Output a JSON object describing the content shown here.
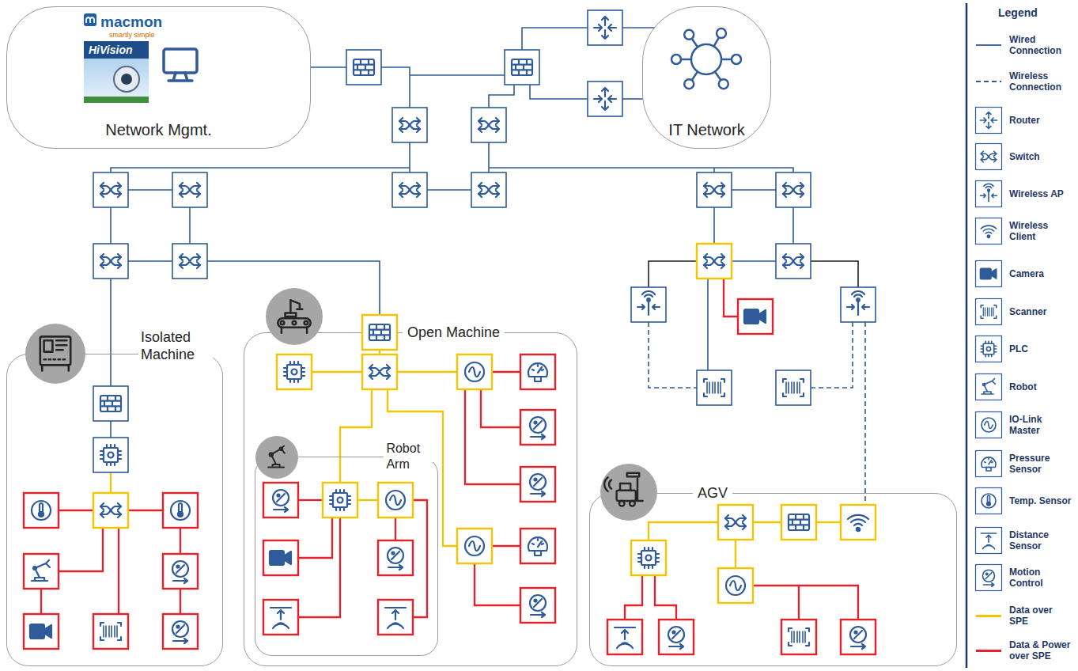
{
  "diagram": {
    "nodes": [
      {
        "text": [
          "macmon",
          "smartly simple",
          "HiVision",
          "Network Mgmt."
        ]
      },
      {
        "text": [
          "IT Network"
        ]
      },
      {
        "text": [
          "Isolated Machine"
        ]
      },
      {
        "text": [
          "Open Machine"
        ]
      },
      {
        "text": [
          "Robot Arm"
        ],
        "in": 3
      },
      {
        "text": [
          "AGV"
        ]
      }
    ],
    "labels": [
      "Legend"
    ],
    "legend": [
      {
        "text": "Wired Connection"
      },
      {
        "text": "Wireless Connection"
      },
      {
        "text": "Router"
      },
      {
        "text": "Switch"
      },
      {
        "text": "Wireless AP"
      },
      {
        "text": "Wireless Client"
      },
      {
        "text": "Camera"
      },
      {
        "text": "Scanner"
      },
      {
        "text": "PLC"
      },
      {
        "text": "Robot"
      },
      {
        "text": "IO-Link Master"
      },
      {
        "text": "Pressure Sensor"
      },
      {
        "text": "Temp. Sensor"
      },
      {
        "text": "Distance Sensor"
      },
      {
        "text": "Motion Control"
      },
      {
        "text": "Data over SPE",
        "color": "#f5c400"
      },
      {
        "text": "Data & Power over SPE",
        "color": "#e3222b"
      }
    ]
  }
}
